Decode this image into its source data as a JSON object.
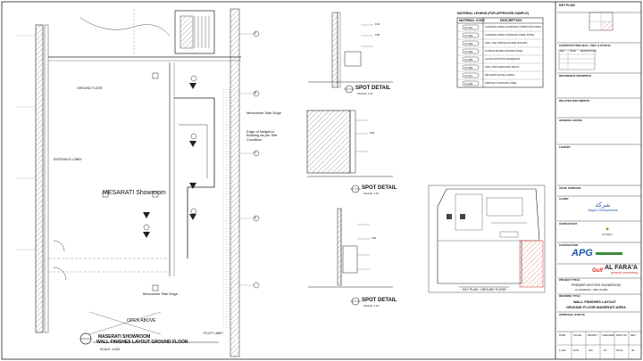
{
  "plan": {
    "room_label": "MESARATI Showroom",
    "notes": [
      "Mezzanine Slab Edge",
      "Edge of Neighbor Building as per Site Condition",
      "Mezzanine Slab Edge"
    ],
    "open_above": "OPEN ABOVE",
    "plot_limit": "PLOT LIMIT",
    "title_line1": "MASERATI SHOWROOM",
    "title_line2": "WALL FINISHES LAYOUT GROUND FLOOR",
    "scale": "SCALE: 1/100",
    "top_tags": [
      "A",
      "B",
      "C",
      "D"
    ],
    "room_tags": [
      "GROUND FLOOR",
      "ENTRANCE LOBBY"
    ]
  },
  "details": {
    "spot_detail_1": "SPOT DETAIL",
    "spot_detail_2": "SPOT DETAIL",
    "spot_detail_3": "SPOT DETAIL",
    "scale": "SCALE: 1:10",
    "finish_codes": [
      "F01",
      "F02",
      "F03",
      "F04"
    ]
  },
  "legend": {
    "title": "MATERIAL LEGEND (FOR APPROVED SAMPLE)",
    "header_code": "MATERIAL CODE",
    "header_desc": "DESCRIPTION",
    "rows": [
      {
        "code": "CL-001",
        "desc": "CLADDING PANEL ALUMINIUM COMPOSITE FINISH"
      },
      {
        "code": "CL-002",
        "desc": "CLADDING PANEL STAINLESS STEEL FINISH"
      },
      {
        "code": "CL-003",
        "desc": "WALL TILE PORCELAIN SIZE 600x1200"
      },
      {
        "code": "CL-004",
        "desc": "GYPSUM BOARD PAINTED FINISH"
      },
      {
        "code": "CL-005",
        "desc": "GLASS PARTITION FRAMELESS"
      },
      {
        "code": "CL-006",
        "desc": "WALL PAINT EMULSION WHITE"
      },
      {
        "code": "CL-007",
        "desc": "DECORATIVE WALL PANEL"
      },
      {
        "code": "CL-008",
        "desc": "SKIRTING STAINLESS STEEL"
      }
    ]
  },
  "key_plan": {
    "label": "KEY PLAN - GROUND FLOOR"
  },
  "title_block": {
    "key_plan": "KEY PLAN",
    "construction_seal": "CONSTRUCTION SEAL / REV. & STATUS",
    "revision_headers": [
      "REV",
      "DATE",
      "DESCRIPTION"
    ],
    "references": "REFERENCE DRAWINGS",
    "related_docs": "RELATED DOCUMENTS",
    "general_notes": "GENERAL NOTES",
    "legend": "LEGEND",
    "issue_type": "ISSUE PURPOSE",
    "client": "CLIENT",
    "consultant": "CONSULTANT",
    "contractor": "CONTRACTOR",
    "project_title_label": "PROJECT TITLE",
    "project_title": "PREMIER MOTORS SHOWROOM",
    "project_location": "AL RAWDAH - ABU DHABI",
    "drawing_title_label": "DRAWING TITLE",
    "drawing_title_1": "WALL FINISHES LAYOUT",
    "drawing_title_2": "GROUND FLOOR MASERATI AREA",
    "approval_status": "APPROVAL STATUS",
    "footer": [
      "DATE",
      "SCALE",
      "DRAWN",
      "CHECKED",
      "DWG NO.",
      "REV"
    ],
    "footer_values": [
      "1:100",
      "NTS",
      "AM",
      "KT",
      "ID-01",
      "00"
    ]
  },
  "logos": {
    "client_arabic": "شركة",
    "client_name": "Bayan Developments",
    "consultant_name": "al fayez",
    "apg_name": "APG",
    "alfaraa_name": "AL FARA'A",
    "alfaraa_sub": "general contracting",
    "last_logo": "Gulf"
  },
  "colors": {
    "hatch_red": "#d9534f",
    "logo_red": "#d32f2f",
    "logo_blue": "#1f5aa6",
    "logo_green": "#3b8b3b",
    "line": "#222222"
  }
}
